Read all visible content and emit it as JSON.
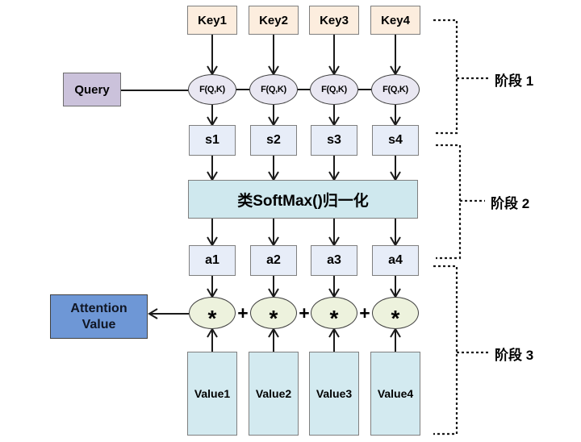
{
  "diagram": {
    "keys": [
      "Key1",
      "Key2",
      "Key3",
      "Key4"
    ],
    "query_label": "Query",
    "score_fn": [
      "F(Q,K)",
      "F(Q,K)",
      "F(Q,K)",
      "F(Q,K)"
    ],
    "scores": [
      "s1",
      "s2",
      "s3",
      "s4"
    ],
    "softmax_label": "类SoftMax()归一化",
    "weights": [
      "a1",
      "a2",
      "a3",
      "a4"
    ],
    "attention_label": "Attention\nValue",
    "multiply": [
      "*",
      "*",
      "*",
      "*"
    ],
    "plus_sign": "+",
    "values": [
      "Value1",
      "Value2",
      "Value3",
      "Value4"
    ],
    "stages": [
      "阶段 1",
      "阶段 2",
      "阶段 3"
    ],
    "colors": {
      "key_fill": "#fcedde",
      "query_fill": "#cbc2db",
      "fq_fill": "#e9e7f2",
      "sa_fill": "#e7edf8",
      "softmax_fill": "#cfe8ee",
      "mult_fill": "#edf2dd",
      "attn_fill": "#6e97d6",
      "value_fill": "#d3eaf0",
      "line": "#1a1a1a"
    }
  }
}
